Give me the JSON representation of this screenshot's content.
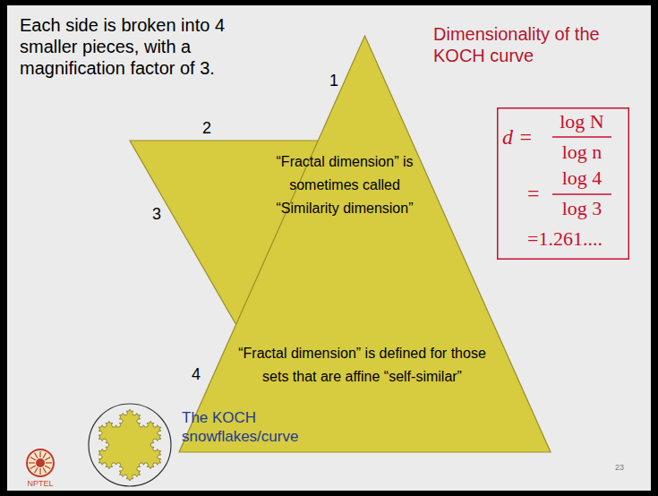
{
  "diagram": {
    "nodes": [
      {
        "text": [
          "“Fractal dimension” is sometimes called “Similarity dimension”",
          "“Fractal dimension” is defined for those sets that are affine “self-similar”"
        ]
      },
      {
        "text": [
          "d =",
          "log N",
          "log n",
          "=",
          "log 4",
          "log 3",
          "=1.261...."
        ]
      }
    ],
    "labels": [
      "Each side is broken into 4 smaller pieces, with a magnification factor of 3.",
      "1",
      "Dimensionality of the KOCH curve",
      "2",
      "3",
      "4",
      "The KOCH snowflakes/curve",
      "NPTEL",
      "23"
    ]
  }
}
